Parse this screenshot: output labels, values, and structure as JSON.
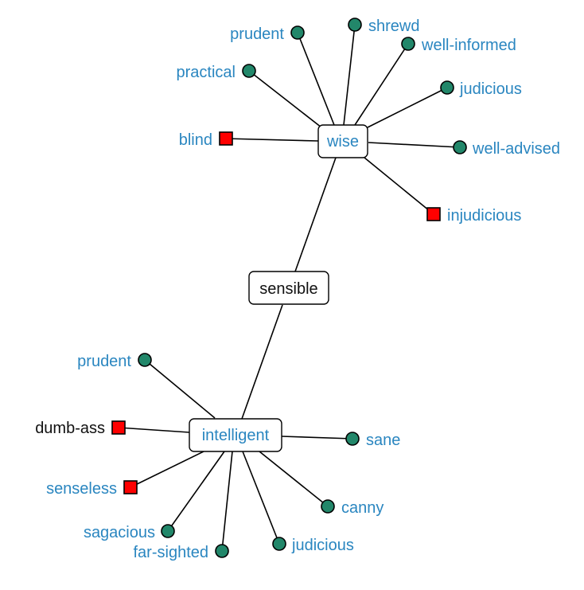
{
  "hubs": {
    "top": {
      "label": "wise",
      "color": "#2a86c0"
    },
    "center": {
      "label": "sensible",
      "color": "#111111"
    },
    "bottom": {
      "label": "intelligent",
      "color": "#2a86c0"
    }
  },
  "top_leaves": [
    {
      "label": "prudent",
      "shape": "circle",
      "color": "#2a86c0"
    },
    {
      "label": "shrewd",
      "shape": "circle",
      "color": "#2a86c0"
    },
    {
      "label": "well-informed",
      "shape": "circle",
      "color": "#2a86c0"
    },
    {
      "label": "practical",
      "shape": "circle",
      "color": "#2a86c0"
    },
    {
      "label": "judicious",
      "shape": "circle",
      "color": "#2a86c0"
    },
    {
      "label": "blind",
      "shape": "square",
      "color": "#2a86c0"
    },
    {
      "label": "well-advised",
      "shape": "circle",
      "color": "#2a86c0"
    },
    {
      "label": "injudicious",
      "shape": "square",
      "color": "#2a86c0"
    }
  ],
  "bottom_leaves": [
    {
      "label": "prudent",
      "shape": "circle",
      "color": "#2a86c0"
    },
    {
      "label": "dumb-ass",
      "shape": "square",
      "color": "#111111"
    },
    {
      "label": "sane",
      "shape": "circle",
      "color": "#2a86c0"
    },
    {
      "label": "senseless",
      "shape": "square",
      "color": "#2a86c0"
    },
    {
      "label": "canny",
      "shape": "circle",
      "color": "#2a86c0"
    },
    {
      "label": "sagacious",
      "shape": "circle",
      "color": "#2a86c0"
    },
    {
      "label": "judicious",
      "shape": "circle",
      "color": "#2a86c0"
    },
    {
      "label": "far-sighted",
      "shape": "circle",
      "color": "#2a86c0"
    }
  ],
  "colors": {
    "circle": "#22876a",
    "square": "#ff0000",
    "link_text": "#2a86c0",
    "plain_text": "#111111"
  }
}
